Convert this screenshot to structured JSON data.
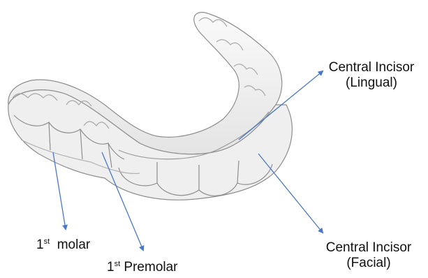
{
  "colors": {
    "arrow": "#4a78c4",
    "aligner_edge": "#8e8e8e",
    "aligner_fill": "#eeeeee",
    "aligner_shadow": "#c9c9c9",
    "text": "#111111"
  },
  "labels": {
    "central_lingual": {
      "line1": "Central Incisor",
      "line2": "(Lingual)"
    },
    "central_facial": {
      "line1": "Central Incisor",
      "line2": "(Facial)"
    },
    "first_molar": {
      "num": "1",
      "sup": "st",
      "text": "molar"
    },
    "first_premolar": {
      "num": "1",
      "sup": "st",
      "text": "Premolar"
    }
  },
  "image": {
    "subject": "clear-aligner-illustration"
  }
}
